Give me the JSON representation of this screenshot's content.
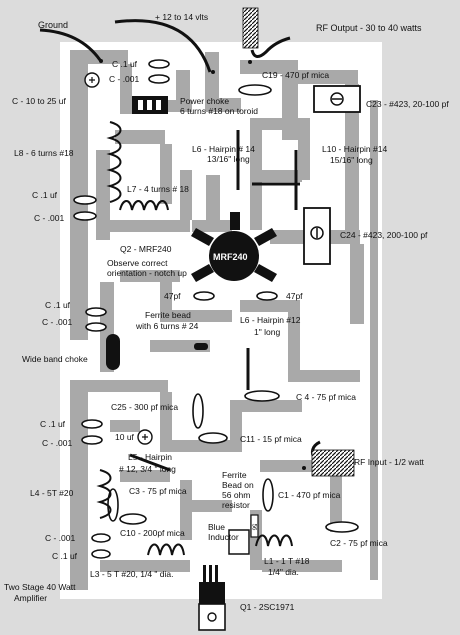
{
  "labels": {
    "ground": "Ground",
    "supply": "+ 12 to 14 vlts",
    "rf_output": "RF Output - 30 to 40 watts",
    "c_01uf_top": "C .1 uf",
    "c_001_top": "C - .001",
    "c_10_25uf": "C - 10 to 25 uf",
    "power_choke_1": "Power choke",
    "power_choke_2": "6 turns #18 on toroid",
    "c19": "C19 - 470 pf mica",
    "c23": "C23 - #423, 20-100 pf",
    "l8": "L8 - 6 turns #18",
    "l6_1": "L6 - Hairpin # 14",
    "l6_2": "13/16\" long",
    "l10_1": "L10 - Hairpin #14",
    "l10_2": "15/16\" long",
    "c_1uf_mid": "C .1 uf",
    "l7": "L7 - 4 turns # 18",
    "c_001_mid": "C - .001",
    "c24": "C24 - #423, 200-100 pf",
    "q2": "Q2 - MRF240",
    "observe_1": "Observe correct",
    "observe_2": "orientation - notch up",
    "mrf240": "MRF240",
    "c_47pf_left": "47pf",
    "c_47pf_right": "47pf",
    "c_1uf_lower": "C .1 uf",
    "c_001_lower": "C - .001",
    "ferrite_1": "Ferrite bead",
    "ferrite_2": "with 6 turns # 24",
    "l6b_1": "L6 - Hairpin #12",
    "l6b_2": "1\" long",
    "wideband": "Wide band choke",
    "c25": "C25 - 300 pf mica",
    "c4": "C 4 - 75 pf mica",
    "c_1uf_bot": "C .1 uf",
    "c_001_bot": "C - .001",
    "c_10uf": "10 uf",
    "c11": "C11 - 15 pf mica",
    "l5_1": "L5 - Hairpin",
    "l5_2": "# 12, 3/4 \" long",
    "rf_input": "RF Input - 1/2 watt",
    "l4": "L4 - 5T #20",
    "c3": "C3 - 75 pf mica",
    "fb_1": "Ferrite",
    "fb_2": "Bead on",
    "fb_3": "56 ohm",
    "fb_4": "resistor",
    "c1": "C1 - 470 pf mica",
    "c_001_l3": "C - .001",
    "c10": "C10 - 200pf mica",
    "blue_1": "Blue",
    "blue_2": "Inductor",
    "c2": "C2 - 75 pf mica",
    "c_1uf_l3": "C .1 uf",
    "l3": "L3 - 5 T #20, 1/4 \" dia.",
    "l1_1": "L1 - 1 T #18",
    "l1_2": "1/4\" dia.",
    "amp_1": "Two Stage 40 Watt",
    "amp_2": "Amplifier",
    "q1": "Q1 - 2SC1971",
    "resistor_text": "56"
  },
  "colors": {
    "board": "#ffffff",
    "background": "#dcdcdc",
    "traces": "#a9a9a9",
    "component": "#111111",
    "part_fill": "#ffffff"
  }
}
